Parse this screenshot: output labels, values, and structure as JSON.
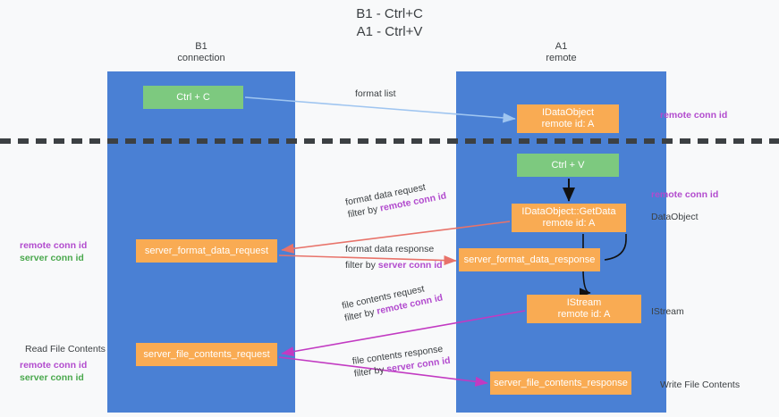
{
  "diagram": {
    "title": "B1 - Ctrl+C\nA1 - Ctrl+V",
    "colors": {
      "lane": "#4a80d4",
      "box_green": "#7dc97f",
      "box_orange": "#f9ab53",
      "arrow_blue": "#9fc5f0",
      "arrow_red": "#e8736a",
      "arrow_magenta": "#c23ac2",
      "arrow_black": "#000000",
      "text_purple": "#b24bce",
      "text_green": "#4aa84d",
      "divider": "#3c4043"
    },
    "columns": [
      {
        "name": "b1",
        "title": "B1\nconnection"
      },
      {
        "name": "a1",
        "title": "A1\nremote"
      }
    ],
    "boxes": {
      "ctrl_c": "Ctrl + C",
      "idataobject": "IDataObject\nremote id: A",
      "ctrl_v": "Ctrl + V",
      "getdata": "IDataObject::GetData\nremote id: A",
      "server_format_data_request": "server_format_data_request",
      "server_format_data_response": "server_format_data_response",
      "istream": "IStream\nremote id: A",
      "server_file_contents_request": "server_file_contents_request",
      "server_file_contents_response": "server_file_contents_response"
    },
    "edge_labels": {
      "format_list": "format list",
      "format_data_request": "format data request",
      "format_data_request_filter_prefix": "filter by ",
      "format_data_request_filter_value": "remote conn id",
      "format_data_response": "format data response",
      "format_data_response_filter_prefix": "filter by ",
      "format_data_response_filter_value": "server conn id",
      "file_contents_request": "file contents request",
      "file_contents_request_filter_prefix": "filter by ",
      "file_contents_request_filter_value": "remote conn id",
      "file_contents_response": "file contents response",
      "file_contents_response_filter_prefix": "filter by ",
      "file_contents_response_filter_value": "server conn id"
    },
    "side_labels": {
      "remote_conn_id_top": "remote conn id",
      "remote_conn_id_mid": "remote conn id",
      "data_object": "DataObject",
      "istream": "IStream",
      "write_file_contents": "Write File Contents",
      "left_remote_conn_id": "remote conn id",
      "left_server_conn_id": "server conn id",
      "read_file_contents": "Read File Contents",
      "left_remote_conn_id_2": "remote conn id",
      "left_server_conn_id_2": "server conn id"
    }
  }
}
